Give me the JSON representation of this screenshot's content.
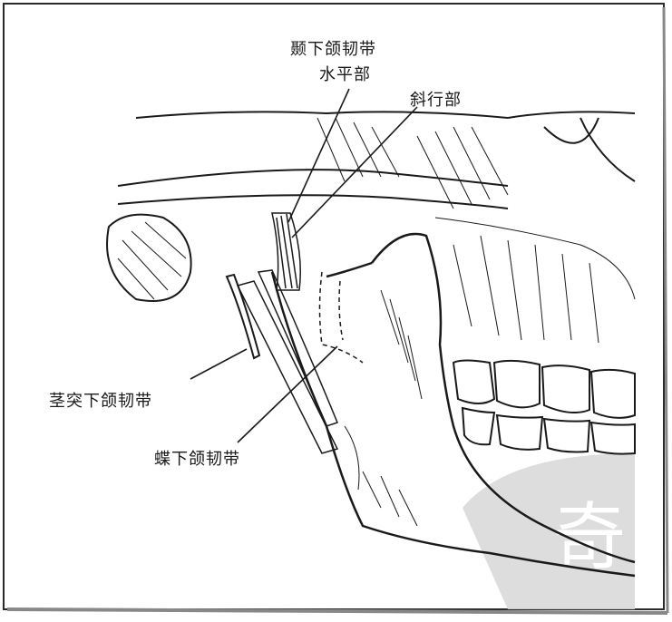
{
  "labels": {
    "tmj_ligament_line1": "颞下颌韧带",
    "tmj_ligament_line2": "水平部",
    "oblique_part": "斜行部",
    "stylomandibular_ligament": "茎突下颌韧带",
    "sphenomandibular_ligament": "蝶下颌韧带"
  },
  "watermark_text": "奇",
  "colors": {
    "ink": "#1a1a1a",
    "paper": "#ffffff",
    "watermark": "#d9d9d9"
  }
}
